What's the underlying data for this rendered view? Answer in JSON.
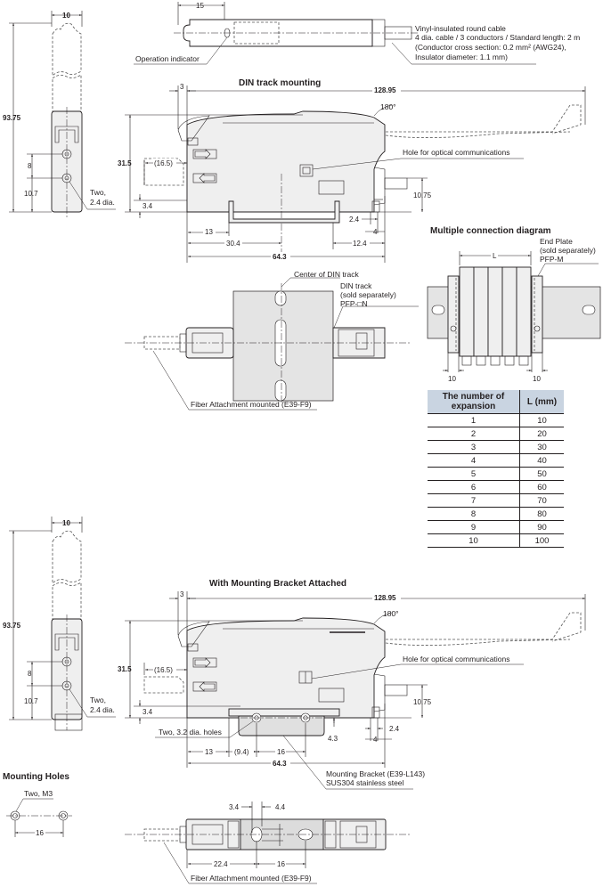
{
  "top_view_upper": {
    "dim_15": "15",
    "operation_indicator": "Operation indicator",
    "cable_note": [
      "Vinyl-insulated round cable",
      "4 dia. cable / 3 conductors / Standard length: 2 m",
      "(Conductor cross section: 0.2 mm² (AWG24),",
      "Insulator diameter: 1.1 mm)"
    ]
  },
  "end_view_1": {
    "width": "10",
    "height": "93.75",
    "hole_pitch": "8",
    "hole_offset": "10.7",
    "holes_note": [
      "Two,",
      "2.4 dia."
    ]
  },
  "din_mounting": {
    "title": "DIN track mounting",
    "dims": {
      "overall_length": "128.95",
      "offset_3": "3",
      "angle": "180°",
      "height": "31.5",
      "fiber": "(16.5)",
      "d_3_4": "3.4",
      "d_10_75": "10.75",
      "d_2_4": "2.4",
      "d_4": "4",
      "d_13": "13",
      "d_30_4": "30.4",
      "d_12_4": "12.4",
      "d_64_3": "64.3"
    },
    "optical_hole_label": "Hole for optical communications"
  },
  "din_top_view": {
    "center_label": "Center of DIN track",
    "din_track_label": [
      "DIN track",
      "(sold separately)",
      "PFP-□N"
    ],
    "fiber_label": "Fiber Attachment mounted (E39-F9)"
  },
  "multiple_connection": {
    "title": "Multiple connection diagram",
    "end_plate_label": [
      "End Plate",
      "(sold separately)",
      "PFP-M"
    ],
    "l_label": "L",
    "end_width_left": "10",
    "end_width_right": "10",
    "table": {
      "headers": [
        "The number of expansion",
        "L (mm)"
      ],
      "rows": [
        [
          "1",
          "10"
        ],
        [
          "2",
          "20"
        ],
        [
          "3",
          "30"
        ],
        [
          "4",
          "40"
        ],
        [
          "5",
          "50"
        ],
        [
          "6",
          "60"
        ],
        [
          "7",
          "70"
        ],
        [
          "8",
          "80"
        ],
        [
          "9",
          "90"
        ],
        [
          "10",
          "100"
        ]
      ]
    }
  },
  "end_view_2": {
    "width": "10",
    "height": "93.75",
    "hole_pitch": "8",
    "hole_offset": "10.7",
    "holes_note": [
      "Two,",
      "2.4 dia."
    ]
  },
  "bracket_view": {
    "title": "With Mounting Bracket Attached",
    "dims": {
      "overall_length": "128.95",
      "offset_3": "3",
      "angle": "180°",
      "height": "31.5",
      "fiber": "(16.5)",
      "d_3_4": "3.4",
      "d_10_75": "10.75",
      "d_2_4": "2.4",
      "d_4": "4",
      "d_4_3": "4.3",
      "d_13": "13",
      "d_9_4": "(9.4)",
      "d_16": "16",
      "d_64_3": "64.3"
    },
    "holes_label": "Two, 3.2 dia.  holes",
    "optical_hole_label": "Hole for optical communications",
    "bracket_label": [
      "Mounting Bracket (E39-L143)",
      "SUS304 stainless steel"
    ]
  },
  "mounting_holes": {
    "title": "Mounting Holes",
    "thread_label": "Two, M3",
    "pitch": "16"
  },
  "bracket_top_view": {
    "d_3_4": "3.4",
    "d_4_4": "4.4",
    "d_22_4": "22.4",
    "d_16": "16",
    "fiber_label": "Fiber Attachment mounted (E39-F9)"
  }
}
